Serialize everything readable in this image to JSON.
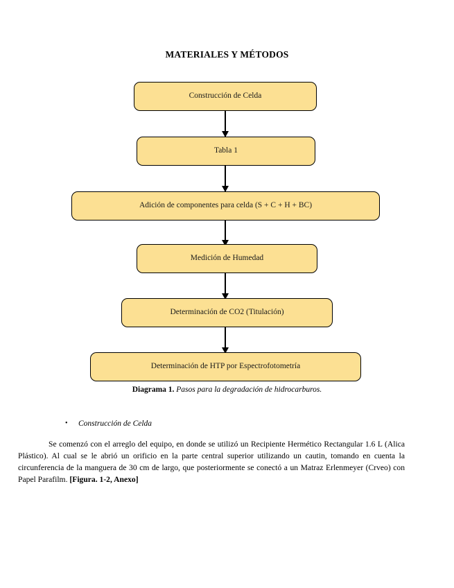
{
  "document": {
    "title": "MATERIALES Y MÉTODOS"
  },
  "flowchart": {
    "nodes": [
      {
        "id": "construccion-celda",
        "label": "Construcción de Celda"
      },
      {
        "id": "tabla-1",
        "label": "Tabla 1"
      },
      {
        "id": "adicion-componentes",
        "label": "Adición de componentes para celda (S + C + H + BC)"
      },
      {
        "id": "medicion-humedad",
        "label": "Medición de Humedad"
      },
      {
        "id": "determinacion-co2",
        "label": "Determinación de CO2 (Titulación)"
      },
      {
        "id": "determinacion-htp",
        "label": "Determinación de HTP por Espectrofotometría"
      }
    ],
    "fill_color": "#FCE093",
    "border_color": "#000000",
    "arrow_color": "#000000"
  },
  "caption": {
    "label": "Diagrama 1.",
    "text": "Pasos para la degradación de hidrocarburos."
  },
  "section": {
    "bullet_mark": "•",
    "bullet_label": "Construcción de Celda",
    "paragraph_part_1": "Se comenzó con el arreglo del equipo, en donde se utilizó un Recipiente Hermético Rectangular 1.6 L (Alica Plástico). Al cual se le abrió un orificio en la parte central superior utilizando un cautin, tomando en cuenta la circunferencia de la manguera de 30 cm de largo, que posteriormente se conectó a un Matraz Erlenmeyer (Crveo) con Papel Parafilm. ",
    "paragraph_bold_ref": "[Figura. 1-2, Anexo]"
  }
}
